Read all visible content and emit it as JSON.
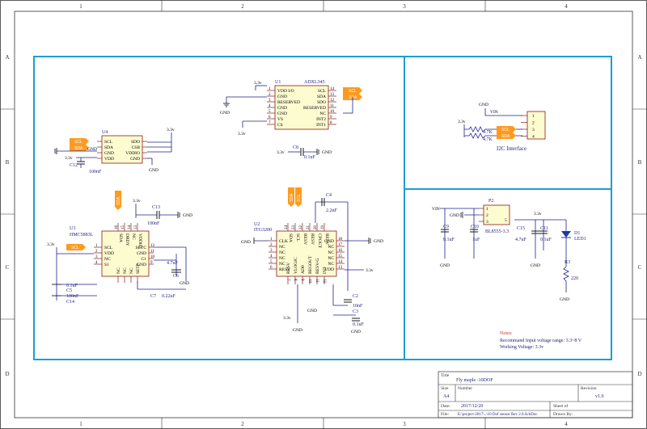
{
  "frame": {
    "cols": [
      "1",
      "2",
      "3",
      "4"
    ],
    "rows": [
      "A",
      "B",
      "C",
      "D"
    ]
  },
  "components": {
    "u1": {
      "ref": "U1",
      "name": "ADXL345",
      "left_pins": [
        {
          "n": "1",
          "l": "VDD I/O"
        },
        {
          "n": "2",
          "l": "GND"
        },
        {
          "n": "3",
          "l": "RESERVED"
        },
        {
          "n": "4",
          "l": "GND"
        },
        {
          "n": "5",
          "l": "GND"
        },
        {
          "n": "6",
          "l": "VS"
        },
        {
          "n": "7",
          "l": "CS"
        }
      ],
      "right_pins": [
        {
          "n": "14",
          "l": "SCL"
        },
        {
          "n": "13",
          "l": "SDA"
        },
        {
          "n": "12",
          "l": "SDO"
        },
        {
          "n": "11",
          "l": "RESERVED"
        },
        {
          "n": "10",
          "l": "NC"
        },
        {
          "n": "9",
          "l": "INT2"
        },
        {
          "n": "8",
          "l": "INT1"
        }
      ]
    },
    "u4": {
      "ref": "U4",
      "left_pins": [
        {
          "l": "SCL"
        },
        {
          "l": "SDA"
        },
        {
          "l": "GND"
        },
        {
          "l": "VDD"
        }
      ],
      "right_pins": [
        {
          "l": "SDO"
        },
        {
          "l": "CSB"
        },
        {
          "l": "VDDIO"
        },
        {
          "l": "GND"
        }
      ]
    },
    "u3": {
      "ref": "U3",
      "name": "HMC5883L",
      "left_pins": [
        {
          "n": "1",
          "l": "SCL"
        },
        {
          "n": "2",
          "l": "VDD"
        },
        {
          "n": "3",
          "l": "NC"
        },
        {
          "n": "4",
          "l": "S1"
        }
      ],
      "right_pins": [
        {
          "n": "12",
          "l": "SETC"
        },
        {
          "n": "11",
          "l": "GND"
        },
        {
          "n": "10",
          "l": "C1"
        },
        {
          "n": "9",
          "l": "GND"
        }
      ],
      "top_pins": [
        "SDA",
        "DRDY",
        "NC",
        "VDDIO"
      ],
      "top_nums": [
        "16",
        "15",
        "14",
        "13"
      ],
      "bottom_pins": [
        "NC",
        "NC",
        "NC",
        "SETP"
      ]
    },
    "u2": {
      "ref": "U2",
      "name": "ITG3200",
      "left_pins": [
        {
          "n": "1",
          "l": "CLK"
        },
        {
          "n": "2",
          "l": "NC"
        },
        {
          "n": "3",
          "l": "NC"
        },
        {
          "n": "4",
          "l": "NC"
        },
        {
          "n": "5",
          "l": "NC"
        },
        {
          "n": "6",
          "l": "RESV"
        }
      ],
      "right_pins": [
        {
          "n": "18",
          "l": "GND"
        },
        {
          "n": "17",
          "l": "NC"
        },
        {
          "n": "16",
          "l": "NC"
        },
        {
          "n": "15",
          "l": "NC"
        },
        {
          "n": "14",
          "l": "NC"
        },
        {
          "n": "13",
          "l": "VDD"
        }
      ],
      "top_pins": [
        "SDA",
        "SCL",
        "RESV",
        "RESV",
        "CPOUT",
        "RESV"
      ],
      "top_nums": [
        "24",
        "23",
        "22",
        "21",
        "20",
        "19"
      ],
      "bottom_pins": [
        "RESV",
        "VLOGIC",
        "AD0",
        "REGOUT",
        "RESV-G",
        "INT"
      ],
      "bottom_nums": [
        "7",
        "8",
        "9",
        "10",
        "11",
        "12"
      ]
    },
    "p1": {
      "name": "I2C Interface",
      "pins": [
        "1",
        "2",
        "3",
        "4"
      ],
      "r1": "4.7K",
      "r2": "4.7K"
    },
    "p2": {
      "ref": "P2",
      "name": "BL8555-3.3",
      "pins": [
        {
          "n": "1",
          "l": "VIN"
        },
        {
          "n": "2",
          "l": "GND"
        },
        {
          "n": "3",
          "l": ""
        }
      ],
      "out_pin": "5"
    }
  },
  "caps": {
    "c1": {
      "ref": "C1",
      "val": "0.1uF"
    },
    "c2": {
      "ref": "C2",
      "val": "10nF"
    },
    "c3": {
      "ref": "C3",
      "val": "0.1uF"
    },
    "c4": {
      "ref": "C4",
      "val": "2.2nF"
    },
    "c5": {
      "ref": "C5",
      "val": "100nF"
    },
    "c6": {
      "ref": "C6",
      "val": "4.7uF"
    },
    "c7": {
      "ref": "C7",
      "val": "0.22uF"
    },
    "c8": {
      "ref": "C8",
      "val": "0.1uF"
    },
    "c9": {
      "ref": "C9",
      "val": "0.1uF"
    },
    "c10": {
      "ref": "C10",
      "val": "1uF"
    },
    "c11": {
      "ref": "C11",
      "val": "0.1uF"
    },
    "c12": {
      "ref": "C12",
      "val": "100nF"
    },
    "c13": {
      "ref": "C13",
      "val": "100nF"
    },
    "c14": {
      "ref": "C14",
      "val": ""
    },
    "c15": {
      "ref": "C15",
      "val": "4.7uF"
    }
  },
  "misc": {
    "r3": {
      "ref": "R3",
      "val": "220"
    },
    "d1": {
      "ref": "D1",
      "val": "LED1"
    }
  },
  "nets": {
    "v33": "3.3v",
    "gnd": "GND",
    "vin": "VIN",
    "scl": "SCL",
    "sda": "SDA"
  },
  "notes": {
    "title": "Notes:",
    "line1": "Recommand Input voltage range: 3.3~8 V",
    "line2": "Working Voltage: 3.3v"
  },
  "titleblock": {
    "title_label": "Title",
    "title": "Fly maple -10DOF",
    "size_label": "Size",
    "size": "A4",
    "number_label": "Number",
    "revision_label": "Revision",
    "revision": "v1.0",
    "date_label": "Date:",
    "date": "2017/12/20",
    "file_label": "File:",
    "file": "E:\\project-2017\\..\\10 Dof sensor Rev 2.0.SchDoc",
    "sheet_label": "Sheet   of",
    "drawn_label": "Drawn By:"
  }
}
